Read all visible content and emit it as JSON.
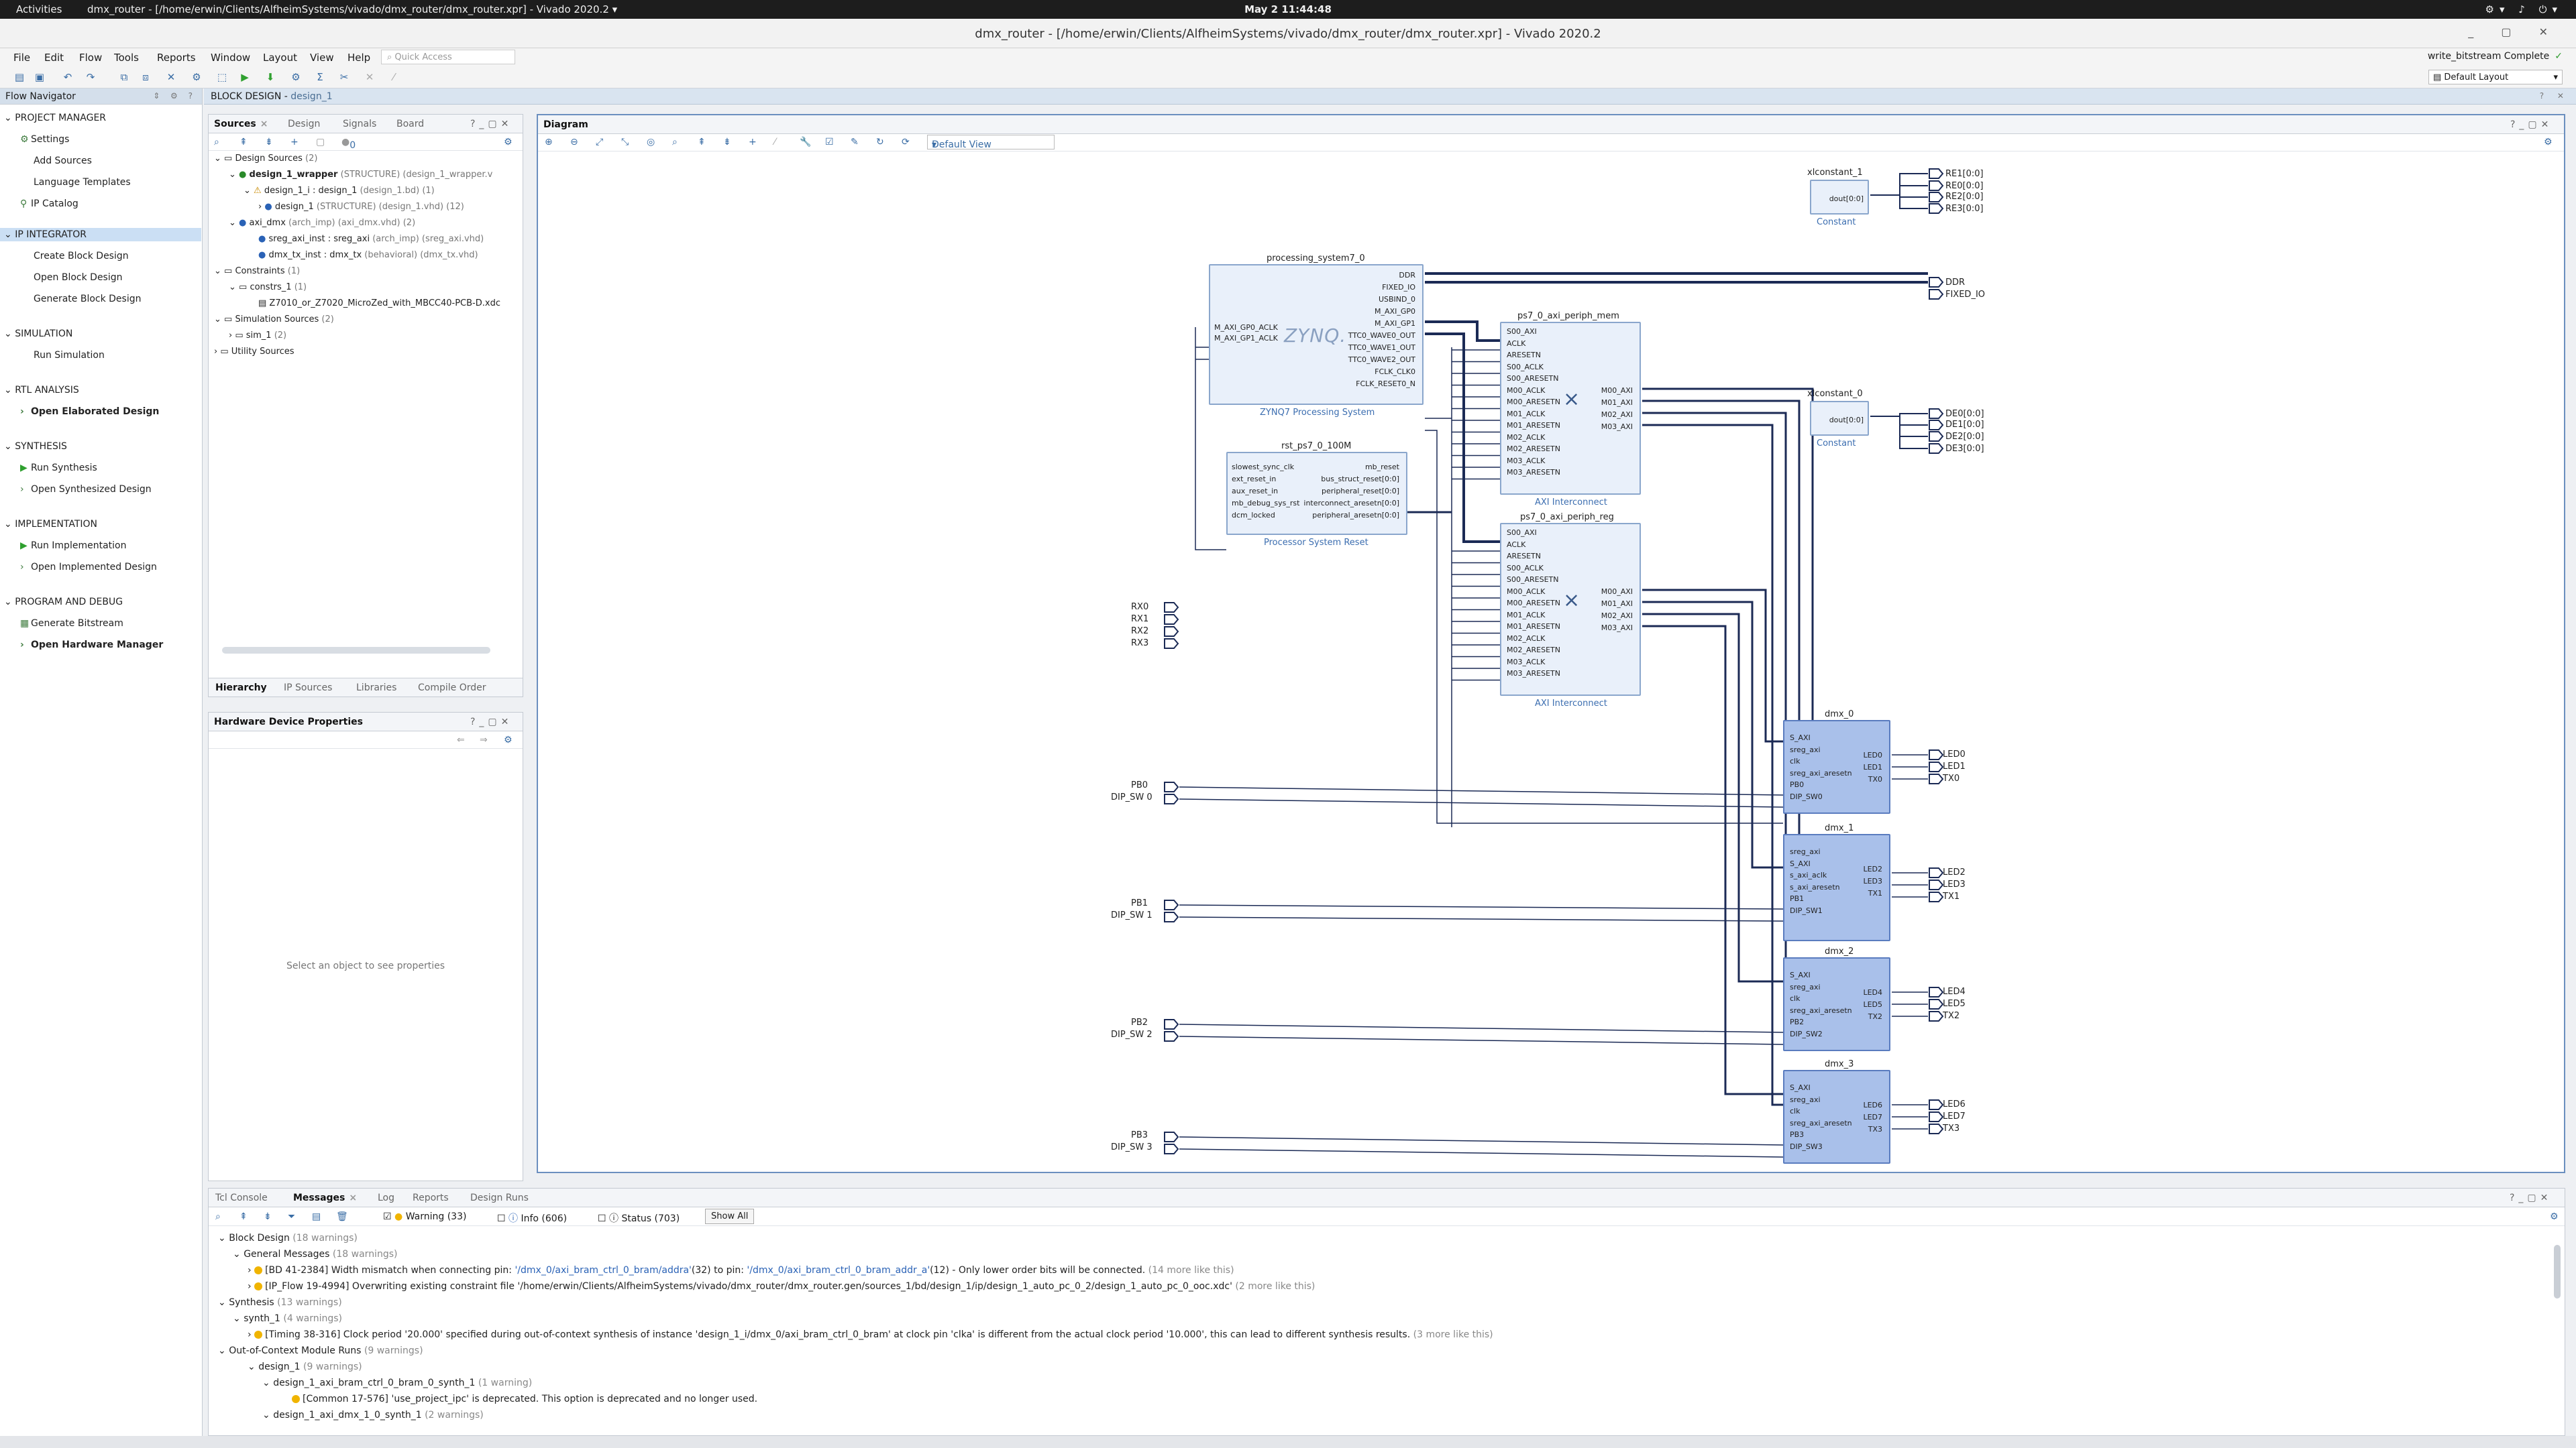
{
  "os_bar": {
    "activities": "Activities",
    "app": "dmx_router - [/home/erwin/Clients/AlfheimSystems/vivado/dmx_router/dmx_router.xpr] - Vivado 2020.2 ▾",
    "clock": "May 2  11:44:48"
  },
  "window": {
    "title": "dmx_router - [/home/erwin/Clients/AlfheimSystems/vivado/dmx_router/dmx_router.xpr] - Vivado 2020.2"
  },
  "menu": {
    "items": [
      "File",
      "Edit",
      "Flow",
      "Tools",
      "Reports",
      "Window",
      "Layout",
      "View",
      "Help"
    ],
    "quick_access": "Quick Access",
    "status": "write_bitstream Complete",
    "layout": "Default Layout"
  },
  "flow_nav": {
    "title": "Flow Navigator",
    "project_manager": {
      "label": "PROJECT MANAGER",
      "items": [
        "Settings",
        "Add Sources",
        "Language Templates",
        "IP Catalog"
      ]
    },
    "ip_integrator": {
      "label": "IP INTEGRATOR",
      "items": [
        "Create Block Design",
        "Open Block Design",
        "Generate Block Design"
      ]
    },
    "simulation": {
      "label": "SIMULATION",
      "items": [
        "Run Simulation"
      ]
    },
    "rtl": {
      "label": "RTL ANALYSIS",
      "items": [
        "Open Elaborated Design"
      ]
    },
    "synthesis": {
      "label": "SYNTHESIS",
      "items": [
        "Run Synthesis",
        "Open Synthesized Design"
      ]
    },
    "implementation": {
      "label": "IMPLEMENTATION",
      "items": [
        "Run Implementation",
        "Open Implemented Design"
      ]
    },
    "program": {
      "label": "PROGRAM AND DEBUG",
      "items": [
        "Generate Bitstream",
        "Open Hardware Manager"
      ]
    }
  },
  "block_design": {
    "label": "BLOCK DESIGN",
    "name": "design_1"
  },
  "sources": {
    "tabs": [
      "Sources",
      "Design",
      "Signals",
      "Board"
    ],
    "badge": "0",
    "tree": [
      {
        "t": "Design Sources",
        "c": "(2)"
      },
      {
        "t": "design_1_wrapper",
        "c": "(STRUCTURE) (design_1_wrapper.v"
      },
      {
        "t": "design_1_i : design_1",
        "c": "(design_1.bd) (1)"
      },
      {
        "t": "design_1",
        "c": "(STRUCTURE) (design_1.vhd) (12)"
      },
      {
        "t": "axi_dmx",
        "c": "(arch_imp) (axi_dmx.vhd) (2)"
      },
      {
        "t": "sreg_axi_inst : sreg_axi",
        "c": "(arch_imp) (sreg_axi.vhd)"
      },
      {
        "t": "dmx_tx_inst : dmx_tx",
        "c": "(behavioral) (dmx_tx.vhd)"
      },
      {
        "t": "Constraints",
        "c": "(1)"
      },
      {
        "t": "constrs_1",
        "c": "(1)"
      },
      {
        "t": "Z7010_or_Z7020_MicroZed_with_MBCC40-PCB-D.xdc",
        "c": ""
      },
      {
        "t": "Simulation Sources",
        "c": "(2)"
      },
      {
        "t": "sim_1",
        "c": "(2)"
      },
      {
        "t": "Utility Sources",
        "c": ""
      }
    ],
    "bottom_tabs": [
      "Hierarchy",
      "IP Sources",
      "Libraries",
      "Compile Order"
    ]
  },
  "hw_props": {
    "title": "Hardware Device Properties",
    "empty": "Select an object to see properties"
  },
  "diagram": {
    "title": "Diagram",
    "view": "Default View",
    "ps": {
      "name": "processing_system7_0",
      "sub": "ZYNQ7 Processing System",
      "logo": "ZYNQ.",
      "left": [
        "M_AXI_GP0_ACLK",
        "M_AXI_GP1_ACLK"
      ],
      "right": [
        "DDR",
        "FIXED_IO",
        "USBIND_0",
        "M_AXI_GP0",
        "M_AXI_GP1",
        "TTC0_WAVE0_OUT",
        "TTC0_WAVE1_OUT",
        "TTC0_WAVE2_OUT",
        "FCLK_CLK0",
        "FCLK_RESET0_N"
      ]
    },
    "rst": {
      "name": "rst_ps7_0_100M",
      "sub": "Processor System Reset",
      "left": [
        "slowest_sync_clk",
        "ext_reset_in",
        "aux_reset_in",
        "mb_debug_sys_rst",
        "dcm_locked"
      ],
      "right": [
        "mb_reset",
        "bus_struct_reset[0:0]",
        "peripheral_reset[0:0]",
        "interconnect_aresetn[0:0]",
        "peripheral_aresetn[0:0]"
      ]
    },
    "ic0": {
      "name": "ps7_0_axi_periph_mem",
      "sub": "AXI Interconnect",
      "left": [
        "S00_AXI",
        "ACLK",
        "ARESETN",
        "S00_ACLK",
        "S00_ARESETN",
        "M00_ACLK",
        "M00_ARESETN",
        "M01_ACLK",
        "M01_ARESETN",
        "M02_ACLK",
        "M02_ARESETN",
        "M03_ACLK",
        "M03_ARESETN"
      ],
      "right": [
        "M00_AXI",
        "M01_AXI",
        "M02_AXI",
        "M03_AXI"
      ]
    },
    "ic1": {
      "name": "ps7_0_axi_periph_reg",
      "sub": "AXI Interconnect",
      "left": [
        "S00_AXI",
        "ACLK",
        "ARESETN",
        "S00_ACLK",
        "S00_ARESETN",
        "M00_ACLK",
        "M00_ARESETN",
        "M01_ACLK",
        "M01_ARESETN",
        "M02_ACLK",
        "M02_ARESETN",
        "M03_ACLK",
        "M03_ARESETN"
      ],
      "right": [
        "M00_AXI",
        "M01_AXI",
        "M02_AXI",
        "M03_AXI"
      ]
    },
    "xc1": {
      "name": "xlconstant_1",
      "sub": "Constant",
      "pin": "dout[0:0]",
      "outs": [
        "RE1[0:0]",
        "RE0[0:0]",
        "RE2[0:0]",
        "RE3[0:0]"
      ]
    },
    "xc0": {
      "name": "xlconstant_0",
      "sub": "Constant",
      "pin": "dout[0:0]",
      "outs": [
        "DE0[0:0]",
        "DE1[0:0]",
        "DE2[0:0]",
        "DE3[0:0]"
      ]
    },
    "ext_out": [
      "DDR",
      "FIXED_IO"
    ],
    "rx": [
      "RX0",
      "RX1",
      "RX2",
      "RX3"
    ],
    "dmx": [
      {
        "name": "dmx_0",
        "left": [
          "S_AXI",
          "sreg_axi",
          "clk",
          "sreg_axi_aresetn",
          "PB0",
          "DIP_SW0"
        ],
        "right": [
          "LED0",
          "LED1",
          "TX0"
        ],
        "ports_in": [
          "PB0",
          "DIP_SW 0"
        ],
        "ports_out": [
          "LED0",
          "LED1",
          "TX0"
        ]
      },
      {
        "name": "dmx_1",
        "left": [
          "sreg_axi",
          "S_AXI",
          "s_axi_aclk",
          "s_axi_aresetn",
          "PB1",
          "DIP_SW1"
        ],
        "right": [
          "LED2",
          "LED3",
          "TX1"
        ],
        "ports_in": [
          "PB1",
          "DIP_SW 1"
        ],
        "ports_out": [
          "LED2",
          "LED3",
          "TX1"
        ]
      },
      {
        "name": "dmx_2",
        "left": [
          "S_AXI",
          "sreg_axi",
          "clk",
          "sreg_axi_aresetn",
          "PB2",
          "DIP_SW2"
        ],
        "right": [
          "LED4",
          "LED5",
          "TX2"
        ],
        "ports_in": [
          "PB2",
          "DIP_SW 2"
        ],
        "ports_out": [
          "LED4",
          "LED5",
          "TX2"
        ]
      },
      {
        "name": "dmx_3",
        "left": [
          "S_AXI",
          "sreg_axi",
          "clk",
          "sreg_axi_aresetn",
          "PB3",
          "DIP_SW3"
        ],
        "right": [
          "LED6",
          "LED7",
          "TX3"
        ],
        "ports_in": [
          "PB3",
          "DIP_SW 3"
        ],
        "ports_out": [
          "LED6",
          "LED7",
          "TX3"
        ]
      }
    ]
  },
  "console": {
    "tabs": [
      "Tcl Console",
      "Messages",
      "Log",
      "Reports",
      "Design Runs"
    ],
    "filters": {
      "warning": "Warning (33)",
      "info": "Info (606)",
      "status": "Status (703)",
      "show_all": "Show All"
    },
    "lines": [
      {
        "t": "Block Design",
        "g": "(18 warnings)"
      },
      {
        "t": "General Messages",
        "g": "(18 warnings)"
      },
      {
        "t": "[BD 41-2384] Width mismatch when connecting pin: ",
        "lk": "'/dmx_0/axi_bram_ctrl_0_bram/addra'",
        "t2": "(32) to pin: ",
        "lk2": "'/dmx_0/axi_bram_ctrl_0_bram_addr_a'",
        "t3": "(12) - Only lower order bits will be connected.",
        "g": "(14 more like this)"
      },
      {
        "t": "[IP_Flow 19-4994] Overwriting existing constraint file '/home/erwin/Clients/AlfheimSystems/vivado/dmx_router/dmx_router.gen/sources_1/bd/design_1/ip/design_1_auto_pc_0_2/design_1_auto_pc_0_ooc.xdc'",
        "g": "(2 more like this)"
      },
      {
        "t": "Synthesis",
        "g": "(13 warnings)"
      },
      {
        "t": "synth_1",
        "g": "(4 warnings)"
      },
      {
        "t": "[Timing 38-316] Clock period '20.000' specified during out-of-context synthesis of instance 'design_1_i/dmx_0/axi_bram_ctrl_0_bram' at clock pin 'clka' is different from the actual clock period '10.000', this can lead to different synthesis results.",
        "g": "(3 more like this)"
      },
      {
        "t": "Out-of-Context Module Runs",
        "g": "(9 warnings)"
      },
      {
        "t": "design_1",
        "g": "(9 warnings)"
      },
      {
        "t": "design_1_axi_bram_ctrl_0_bram_0_synth_1",
        "g": "(1 warning)"
      },
      {
        "t": "[Common 17-576] 'use_project_ipc' is deprecated. This option is deprecated and no longer used.",
        "g": ""
      },
      {
        "t": "design_1_axi_dmx_1_0_synth_1",
        "g": "(2 warnings)"
      }
    ]
  }
}
